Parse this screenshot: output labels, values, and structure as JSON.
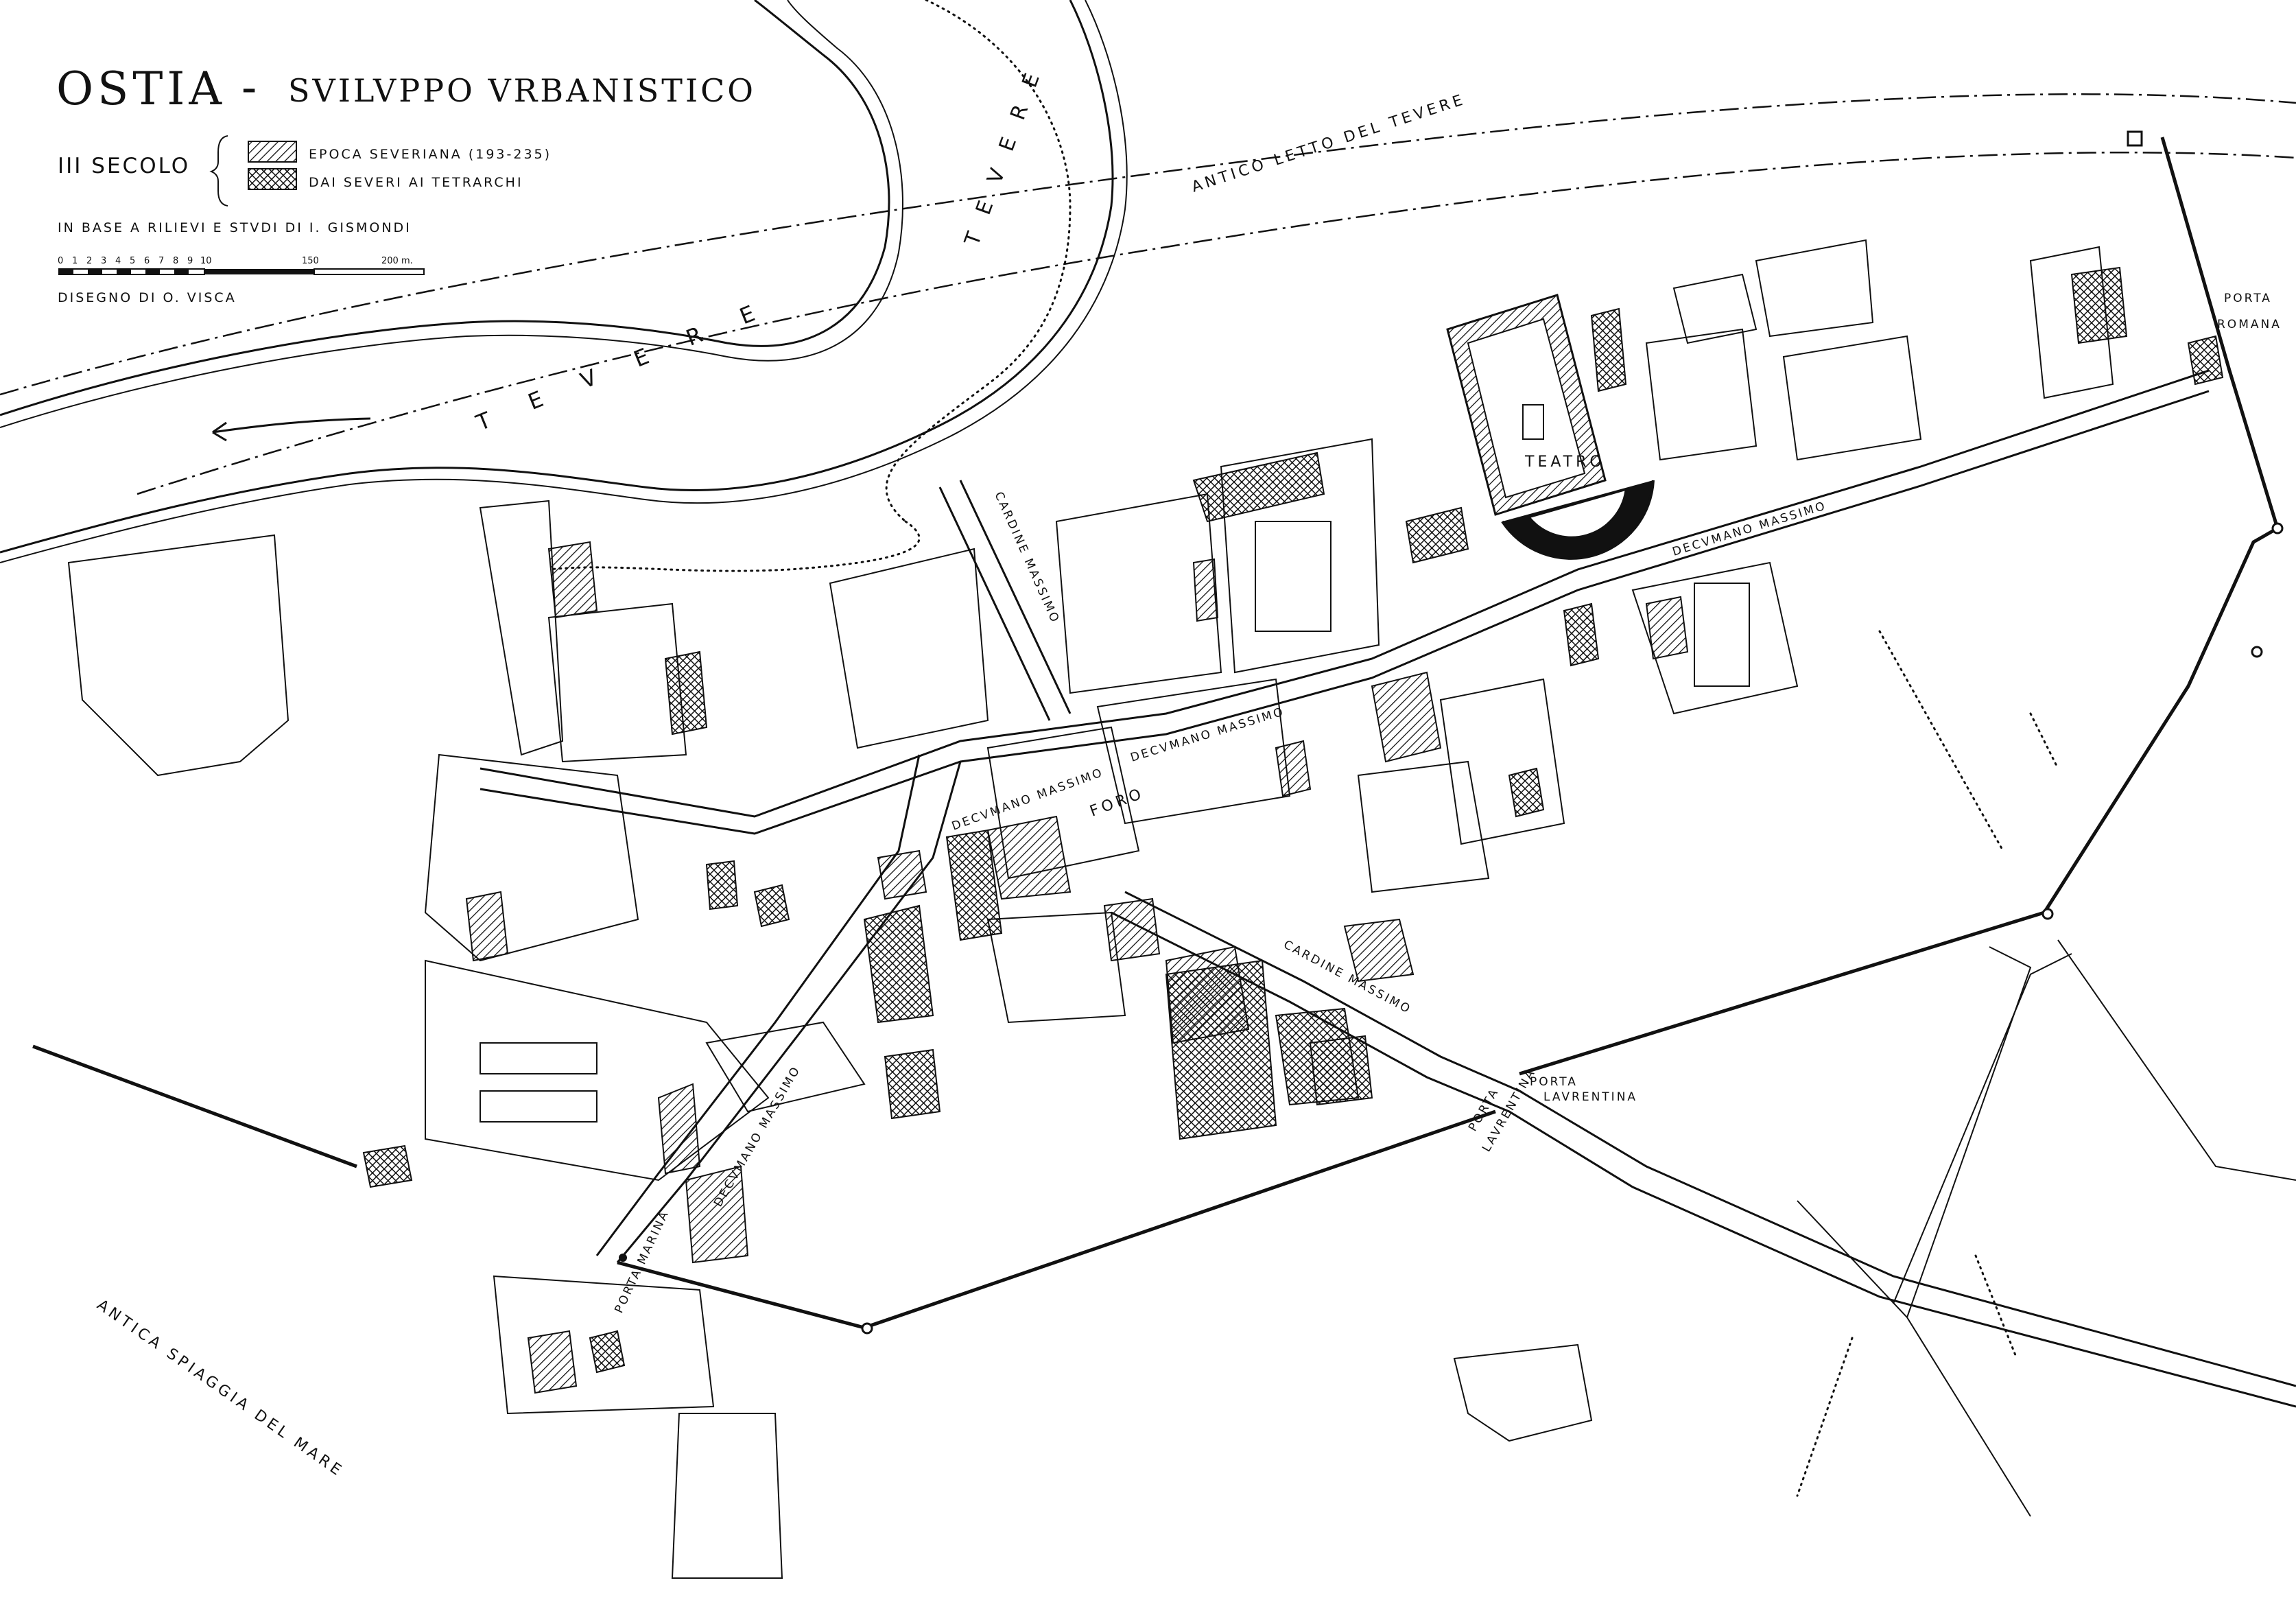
{
  "title": {
    "main": "OSTIA",
    "separator": "-",
    "sub": "SVILVPPO VRBANISTICO"
  },
  "legend": {
    "century": "III SECOLO",
    "items": [
      {
        "label": "EPOCA SEVERIANA (193-235)",
        "pattern": "diagonal-hatch"
      },
      {
        "label": "DAI SEVERI AI TETRARCHI",
        "pattern": "cross-hatch"
      }
    ],
    "source": "IN BASE A RILIEVI E STVDI DI I. GISMONDI",
    "scale": {
      "ticks": [
        "0",
        "1",
        "2",
        "3",
        "4",
        "5",
        "6",
        "7",
        "8",
        "9",
        "10"
      ],
      "mark_150": "150",
      "mark_200": "200 m."
    },
    "credit": "DISEGNO DI O. VISCA"
  },
  "labels": {
    "river_current": "T E V E R E",
    "river_ancient_big": "TEVERE",
    "ancient_bed": "ANTICO LETTO DEL TEVERE",
    "theatre": "TEATRO",
    "forum": "FORO",
    "decumanus_east": "DECVMANO MASSIMO",
    "decumanus_mid": "DECVMANO MASSIMO",
    "decumanus_west": "DECVMANO MASSIMO",
    "decumanus_sw": "DECVMANO MASSIMO",
    "cardo_north": "CARDINE MASSIMO",
    "cardo_south": "CARDINE MASSIMO",
    "porta_romana_1": "PORTA",
    "porta_romana_2": "ROMANA",
    "porta_laurentina_1": "PORTA",
    "porta_laurentina_2": "LAVRENTINA",
    "porta_laurentina_b1": "PORTA",
    "porta_laurentina_b2": "LAVRENTINA",
    "porta_marina": "PORTA MARINA",
    "beach": "ANTICA SPIAGGIA DEL MARE"
  },
  "colors": {
    "ink": "#111111",
    "paper": "#ffffff"
  }
}
